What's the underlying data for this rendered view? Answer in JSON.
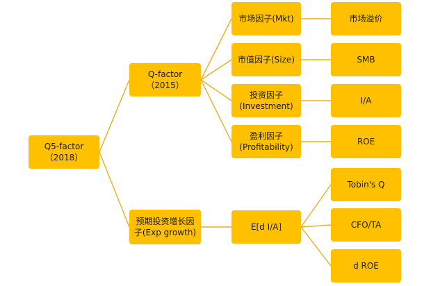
{
  "colors": {
    "box_fill": "#FFC000",
    "connector": "#E8B020",
    "text": "#1a1a1a"
  },
  "root": {
    "label": "Q5-factor（2018）"
  },
  "q_factor": {
    "label": "Q-factor（2015）"
  },
  "expected_growth": {
    "line1": "预期投资增长因",
    "line2": "子(Exp growth)"
  },
  "factors": [
    {
      "line1": "市场因子(Mkt)",
      "line2": ""
    },
    {
      "line1": "市值因子(Size)",
      "line2": ""
    },
    {
      "line1": "投资因子",
      "line2": "(Investment)"
    },
    {
      "line1": "盈利因子",
      "line2": "(Profitability)"
    }
  ],
  "factor_codes": [
    "市场溢价",
    "SMB",
    "I/A",
    "ROE"
  ],
  "growth_node": {
    "label": "E[d I/A]"
  },
  "growth_predictors": [
    "Tobin's Q",
    "CFO/TA",
    "d ROE"
  ]
}
